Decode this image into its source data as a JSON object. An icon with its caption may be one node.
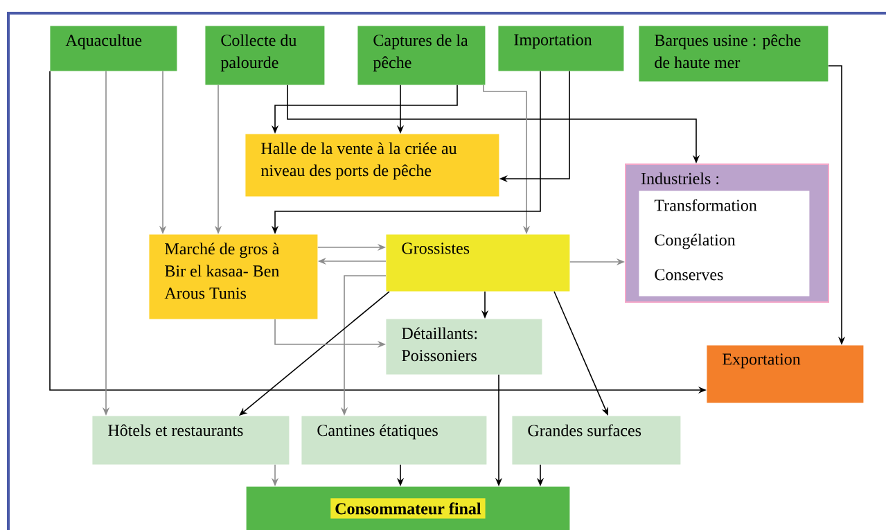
{
  "diagram": {
    "nodes": [
      {
        "text": [
          "Aquacultue"
        ]
      },
      {
        "text": [
          "Collecte du palourde"
        ]
      },
      {
        "text": [
          "Captures de la pêche"
        ]
      },
      {
        "text": [
          "Importation"
        ]
      },
      {
        "text": [
          "Barques usine : pêche de haute mer"
        ]
      },
      {
        "text": [
          "Halle de la vente à la criée au niveau des ports de pêche"
        ]
      },
      {
        "text": [
          "Industriels :"
        ]
      },
      {
        "text": [
          "Transformation",
          "Congélation",
          "Conserves"
        ],
        "in": 6
      },
      {
        "text": [
          "Marché de gros à Bir el kasaa- Ben Arous Tunis"
        ]
      },
      {
        "text": [
          "Grossistes"
        ]
      },
      {
        "text": [
          "Détaillants: Poissoniers"
        ]
      },
      {
        "text": [
          "Exportation"
        ]
      },
      {
        "text": [
          "Hôtels et restaurants"
        ]
      },
      {
        "text": [
          "Cantines étatiques"
        ]
      },
      {
        "text": [
          "Grandes surfaces"
        ]
      },
      {
        "text": [
          "Consommateur final"
        ]
      }
    ],
    "edges": [
      {
        "from": 0,
        "to": 11,
        "arrow": "to"
      },
      {
        "from": 0,
        "to": 12,
        "arrow": "to",
        "color": "#8c8c8c"
      },
      {
        "from": 0,
        "to": 8,
        "arrow": "to",
        "color": "#8c8c8c"
      },
      {
        "from": 1,
        "to": 8,
        "arrow": "to",
        "color": "#8c8c8c"
      },
      {
        "from": 1,
        "to": 6,
        "arrow": "to"
      },
      {
        "from": 2,
        "to": 5,
        "arrow": "to"
      },
      {
        "from": 2,
        "to": 5,
        "arrow": "to"
      },
      {
        "from": 2,
        "to": 9,
        "arrow": "to",
        "color": "#8c8c8c"
      },
      {
        "from": 3,
        "to": 5,
        "arrow": "to"
      },
      {
        "from": 3,
        "to": 8,
        "arrow": "to"
      },
      {
        "from": 4,
        "to": 11,
        "arrow": "to"
      },
      {
        "from": 8,
        "to": 9,
        "arrow": "to",
        "color": "#8c8c8c"
      },
      {
        "from": 9,
        "to": 8,
        "arrow": "to",
        "color": "#8c8c8c"
      },
      {
        "from": 9,
        "to": 13,
        "arrow": "to",
        "color": "#8c8c8c"
      },
      {
        "from": 9,
        "to": 12,
        "arrow": "to"
      },
      {
        "from": 9,
        "to": 10,
        "arrow": "to"
      },
      {
        "from": 9,
        "to": 14,
        "arrow": "to"
      },
      {
        "from": 9,
        "to": 6,
        "arrow": "to",
        "color": "#8c8c8c"
      },
      {
        "from": 8,
        "to": 10,
        "arrow": "to",
        "color": "#8c8c8c"
      },
      {
        "from": 10,
        "to": 15,
        "arrow": "to"
      },
      {
        "from": 12,
        "to": 15,
        "arrow": "to",
        "color": "#8c8c8c"
      },
      {
        "from": 13,
        "to": 15,
        "arrow": "to"
      },
      {
        "from": 14,
        "to": 15,
        "arrow": "to"
      }
    ]
  }
}
